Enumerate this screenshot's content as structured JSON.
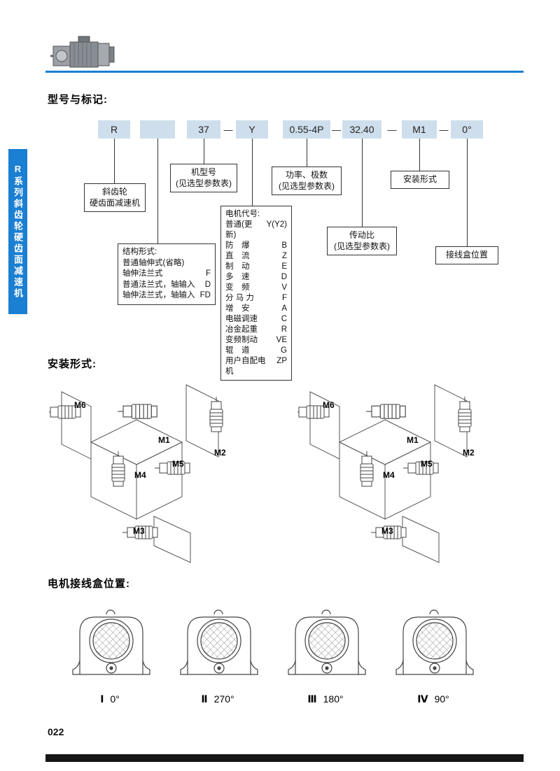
{
  "page": {
    "number": "022",
    "sidebar_label": "R系列斜齿轮硬齿面减速机",
    "accent_color": "#1b7fd2",
    "code_box_fill": "#cfdeec"
  },
  "headings": {
    "model": "型号与标记:",
    "mounting": "安装形式:",
    "junction_box": "电机接线盒位置:"
  },
  "model_code": {
    "separator": "—",
    "boxes": {
      "series": "R",
      "structure": "",
      "frame": "37",
      "motor": "Y",
      "power": "0.55-4P",
      "ratio": "32.40",
      "mounting": "M1",
      "terminal": "0°"
    },
    "callouts": {
      "series": "斜齿轮\n硬齿面减速机",
      "frame": "机型号\n(见选型参数表)",
      "power": "功率、极数\n(见选型参数表)",
      "mounting": "安装形式",
      "ratio": "传动比\n(见选型参数表)",
      "terminal": "接线盒位置"
    },
    "structure_form": {
      "title": "结构形式:",
      "rows": [
        {
          "name": "普通轴伸式(省略)",
          "code": ""
        },
        {
          "name": "轴伸法兰式",
          "code": "F"
        },
        {
          "name": "普通法兰式，轴输入",
          "code": "D"
        },
        {
          "name": "轴伸法兰式，轴输入",
          "code": "FD"
        }
      ]
    },
    "motor_code": {
      "title": "电机代号:",
      "rows": [
        {
          "name": "普通(更新)",
          "code": "Y(Y2)"
        },
        {
          "name": "防　爆",
          "code": "B"
        },
        {
          "name": "直　流",
          "code": "Z"
        },
        {
          "name": "制　动",
          "code": "E"
        },
        {
          "name": "多　速",
          "code": "D"
        },
        {
          "name": "变　频",
          "code": "V"
        },
        {
          "name": "分 马 力",
          "code": "F"
        },
        {
          "name": "增　安",
          "code": "A"
        },
        {
          "name": "电磁调速",
          "code": "C"
        },
        {
          "name": "冶金起重",
          "code": "R"
        },
        {
          "name": "变频制动",
          "code": "VE"
        },
        {
          "name": "辊　道",
          "code": "G"
        },
        {
          "name": "用户自配电机",
          "code": "ZP"
        }
      ]
    }
  },
  "mounting": {
    "positions": [
      "M1",
      "M2",
      "M3",
      "M4",
      "M5",
      "M6"
    ]
  },
  "junction": {
    "figures": [
      {
        "numeral": "Ⅰ",
        "angle": "0°"
      },
      {
        "numeral": "Ⅱ",
        "angle": "270°"
      },
      {
        "numeral": "Ⅲ",
        "angle": "180°"
      },
      {
        "numeral": "Ⅳ",
        "angle": "90°"
      }
    ]
  }
}
